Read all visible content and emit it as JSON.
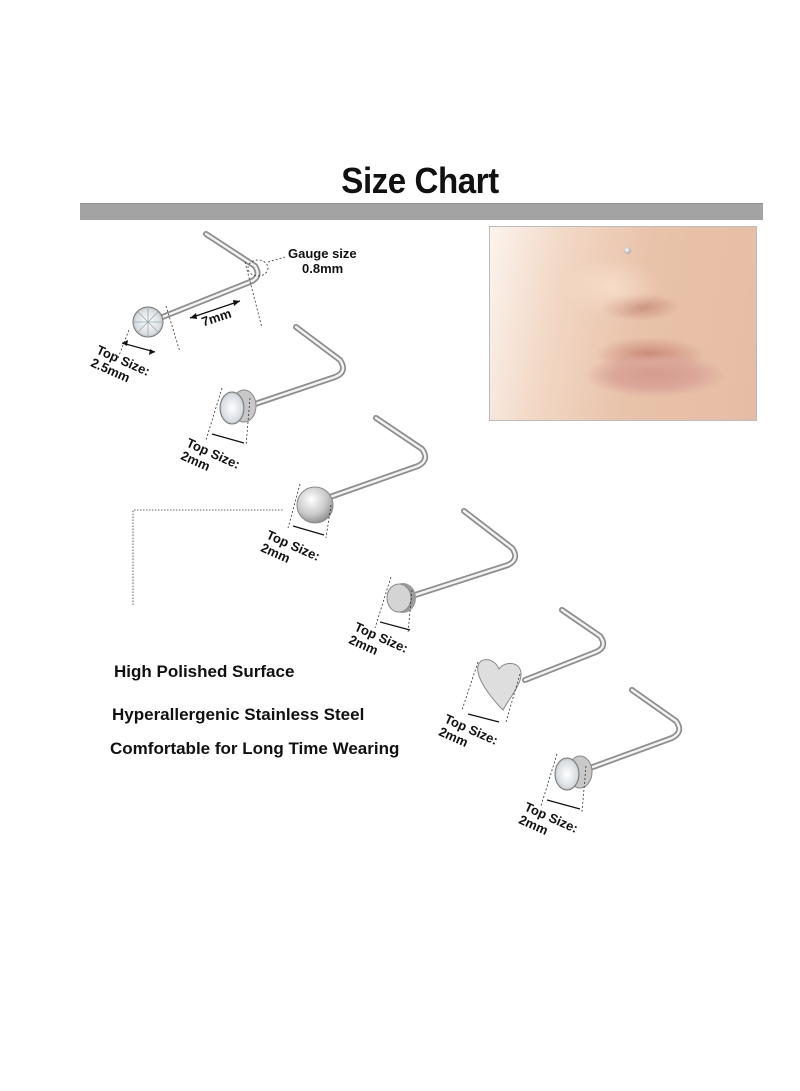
{
  "header": {
    "title": "Size Chart",
    "bar_color": "#a3a3a3"
  },
  "dimensions": {
    "gauge_label": "Gauge size",
    "gauge_value": "0.8mm",
    "length": "7mm"
  },
  "studs": [
    {
      "shape": "prong-set crystal",
      "top_size_label": "Top Size:",
      "top_size": "2.5mm"
    },
    {
      "shape": "bezel-set crystal",
      "top_size_label": "Top Size:",
      "top_size": "2mm"
    },
    {
      "shape": "ball",
      "top_size_label": "Top Size:",
      "top_size": "2mm"
    },
    {
      "shape": "flat disc",
      "top_size_label": "Top Size:",
      "top_size": "2mm"
    },
    {
      "shape": "heart",
      "top_size_label": "Top Size:",
      "top_size": "2mm"
    },
    {
      "shape": "bezel-set crystal",
      "top_size_label": "Top Size:",
      "top_size": "2mm"
    }
  ],
  "features": [
    "High Polished Surface",
    "Hyperallergenic Stainless Steel",
    "Comfortable for Long Time Wearing"
  ],
  "photo": {
    "subject": "close-up of face wearing nose stud"
  }
}
